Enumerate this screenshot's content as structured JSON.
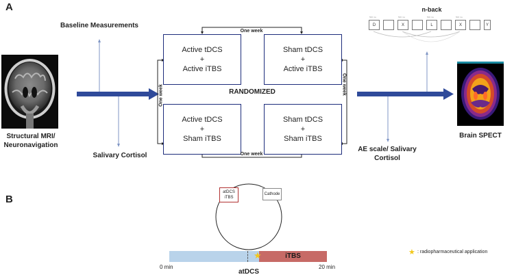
{
  "panels": {
    "a": "A",
    "b": "B"
  },
  "mri_caption": "Structural MRI/\nNeuronavigation",
  "baseline": "Baseline Measurements",
  "salivary_left": "Salivary Cortisol",
  "conditions": [
    {
      "line1": "Active tDCS",
      "plus": "+",
      "line2": "Active iTBS"
    },
    {
      "line1": "Sham tDCS",
      "plus": "+",
      "line2": "Active iTBS"
    },
    {
      "line1": "Active tDCS",
      "plus": "+",
      "line2": "Sham iTBS"
    },
    {
      "line1": "Sham tDCS",
      "plus": "+",
      "line2": "Sham iTBS"
    }
  ],
  "randomized": "RANDOMIZED",
  "one_week": "One week",
  "ae_scale": "AE scale/ Salivary\nCortisol",
  "nback": {
    "title": "n-back",
    "letters": [
      "D",
      "",
      "X",
      "",
      "L",
      "",
      "X",
      "",
      "Y"
    ],
    "time_label": "500 ms"
  },
  "spect_caption": "Brain SPECT",
  "montage": {
    "anode": "atDCS\niTBS",
    "cathode": "Cathode"
  },
  "timeline": {
    "start": "0 min",
    "end": "20 min",
    "bottom_label": "atDCS",
    "itbs": "iTBS"
  },
  "legend": {
    "text": ": radiopharmaceutical application"
  },
  "colors": {
    "arrow": "#2f4a9a",
    "box_border": "#1b2a7a",
    "timeline_blue": "#b9d3ea",
    "timeline_red": "#c76a66",
    "star": "#f2c81c"
  }
}
